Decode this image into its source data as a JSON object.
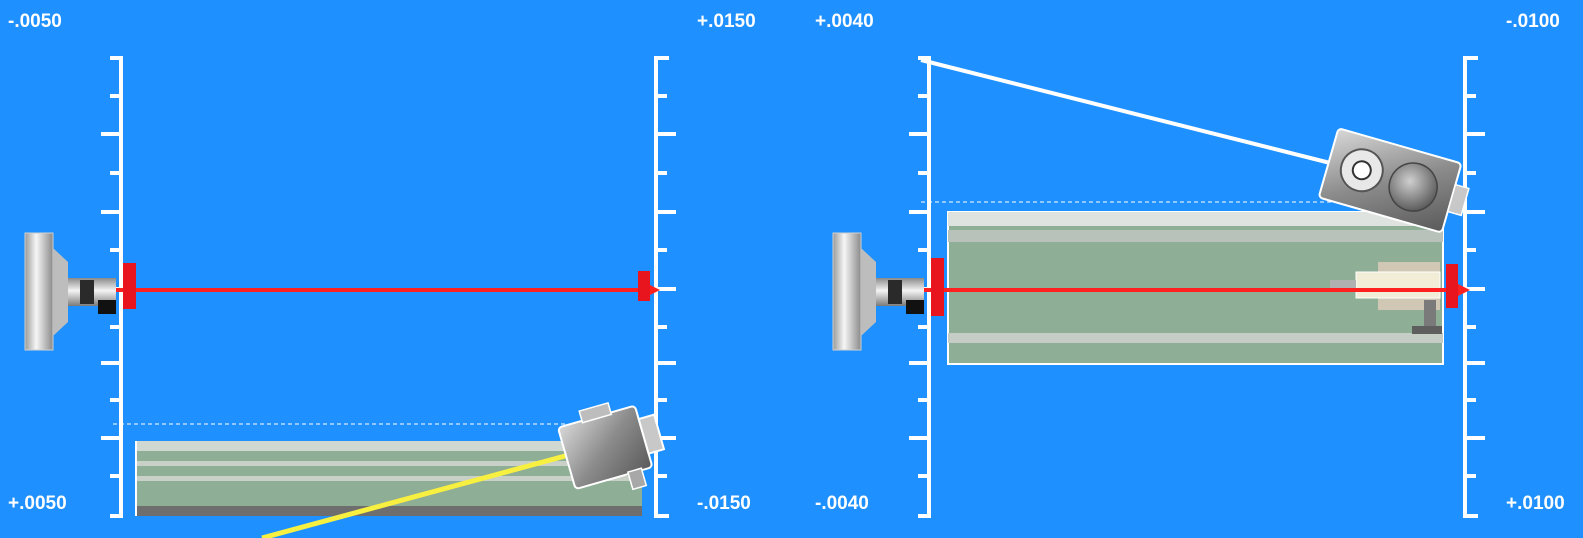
{
  "left_panel": {
    "top_left_label": "-.0050",
    "bottom_left_label": "+.0050",
    "top_right_label": "+.0150",
    "bottom_right_label": "-.0150"
  },
  "right_panel": {
    "top_left_label": "+.0040",
    "bottom_left_label": "-.0040",
    "top_right_label": "-.0100",
    "bottom_right_label": "+.0100"
  },
  "colors": {
    "background": "#1e90ff",
    "scale": "#ffffff",
    "laser_beam": "#ff2020",
    "target_marker": "#e8141e",
    "table_surface": "#8fae96",
    "reflected_beam": "#f8f040"
  },
  "icons": [
    "laser-emitter-icon",
    "angular-retroreflector-icon",
    "linear-interferometer-icon",
    "workpiece-table-icon"
  ]
}
